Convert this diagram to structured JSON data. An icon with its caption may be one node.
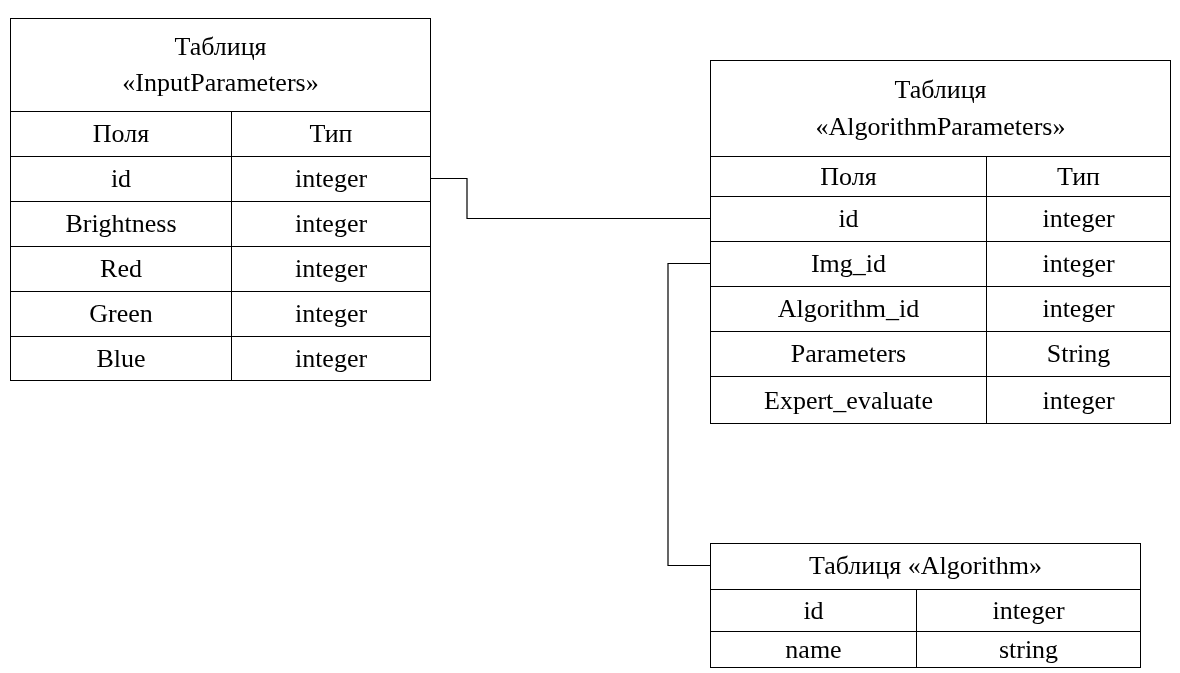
{
  "diagram": {
    "nodes": [
      {
        "text": [
          "Таблиця «InputParameters»"
        ]
      },
      {
        "text": [
          "Поля",
          "Тип"
        ],
        "in": 0
      },
      {
        "text": [
          "id",
          "integer"
        ],
        "in": 0
      },
      {
        "text": [
          "Brightness",
          "integer"
        ],
        "in": 0
      },
      {
        "text": [
          "Red",
          "integer"
        ],
        "in": 0
      },
      {
        "text": [
          "Green",
          "integer"
        ],
        "in": 0
      },
      {
        "text": [
          "Blue",
          "integer"
        ],
        "in": 0
      },
      {
        "text": [
          "Таблиця «AlgorithmParameters»"
        ]
      },
      {
        "text": [
          "Поля",
          "Тип"
        ],
        "in": 7
      },
      {
        "text": [
          "id",
          "integer"
        ],
        "in": 7
      },
      {
        "text": [
          "Img_id",
          "integer"
        ],
        "in": 7
      },
      {
        "text": [
          "Algorithm_id",
          "integer"
        ],
        "in": 7
      },
      {
        "text": [
          "Parameters",
          "String"
        ],
        "in": 7
      },
      {
        "text": [
          "Expert_evaluate",
          "integer"
        ],
        "in": 7
      },
      {
        "text": [
          "Таблиця «Algorithm»"
        ]
      },
      {
        "text": [
          "id",
          "integer"
        ],
        "in": 14
      },
      {
        "text": [
          "name",
          "string"
        ],
        "in": 14
      }
    ],
    "edges": [
      {
        "from": 2,
        "to": 9,
        "arrow": "none"
      },
      {
        "from": 10,
        "to": 14,
        "arrow": "none"
      }
    ]
  }
}
